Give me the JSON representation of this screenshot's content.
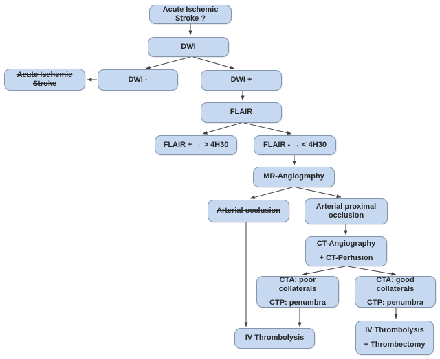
{
  "diagram": {
    "type": "flowchart",
    "root_question": "Acute Ischemic Stroke ?"
  },
  "colors": {
    "box_fill": "#c6d9f1",
    "box_border": "#8496ad",
    "arrow_color": "#404040",
    "text_color": "#262626"
  },
  "nodes": {
    "start": {
      "label": "Acute Ischemic Stroke ?"
    },
    "dwi": {
      "label": "DWI"
    },
    "ais_out": {
      "label": "Acute Ischemic Stroke",
      "struck": true
    },
    "dwi_neg": {
      "label": "DWI -"
    },
    "dwi_pos": {
      "label": "DWI +"
    },
    "flair": {
      "label": "FLAIR"
    },
    "flair_pos": {
      "label": "FLAIR + → > 4H30"
    },
    "flair_neg": {
      "label": "FLAIR - → < 4H30"
    },
    "mra": {
      "label": "MR-Angiography"
    },
    "art_occl": {
      "label": "Arterial occlusion",
      "struck": true
    },
    "art_prox": {
      "lines": [
        "Arterial proximal",
        "occlusion"
      ]
    },
    "cta_ctp": {
      "lines": [
        "CT-Angiography",
        "+ CT-Perfusion"
      ]
    },
    "poor": {
      "lines": [
        "CTA: poor collaterals",
        "CTP: penumbra"
      ]
    },
    "good": {
      "lines": [
        "CTA: good collaterals",
        "CTP: penumbra"
      ]
    },
    "ivt": {
      "label": "IV Thrombolysis"
    },
    "ivt_tb": {
      "lines": [
        "IV Thrombolysis",
        "+ Thrombectomy"
      ]
    }
  },
  "edges": [
    {
      "from": "start",
      "to": "dwi"
    },
    {
      "from": "dwi",
      "to": "dwi_neg"
    },
    {
      "from": "dwi",
      "to": "dwi_pos"
    },
    {
      "from": "dwi_neg",
      "to": "ais_out"
    },
    {
      "from": "dwi_pos",
      "to": "flair"
    },
    {
      "from": "flair",
      "to": "flair_pos"
    },
    {
      "from": "flair",
      "to": "flair_neg"
    },
    {
      "from": "flair_neg",
      "to": "mra"
    },
    {
      "from": "mra",
      "to": "art_occl"
    },
    {
      "from": "mra",
      "to": "art_prox"
    },
    {
      "from": "art_occl",
      "to": "ivt"
    },
    {
      "from": "art_prox",
      "to": "cta_ctp"
    },
    {
      "from": "cta_ctp",
      "to": "poor"
    },
    {
      "from": "cta_ctp",
      "to": "good"
    },
    {
      "from": "poor",
      "to": "ivt"
    },
    {
      "from": "good",
      "to": "ivt_tb"
    }
  ]
}
